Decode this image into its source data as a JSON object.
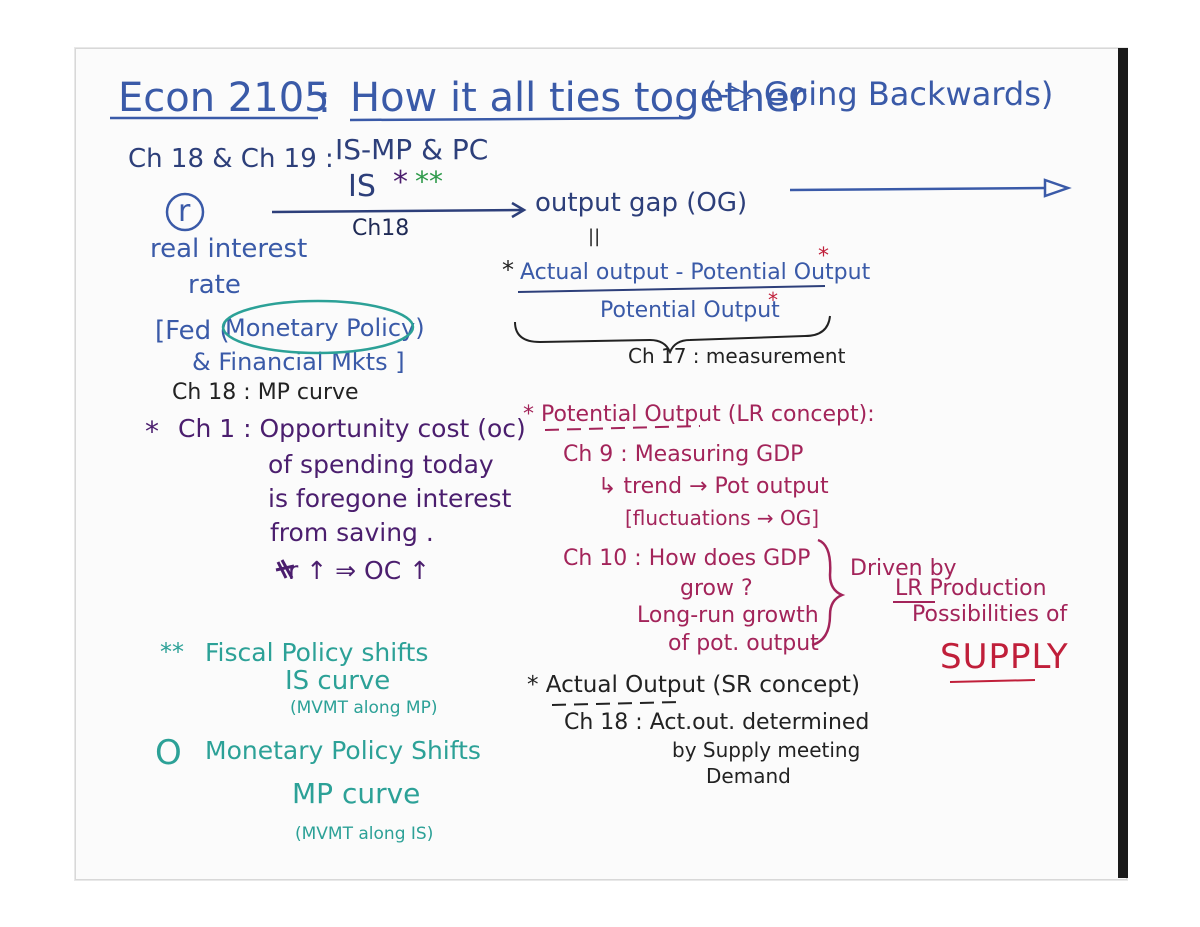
{
  "title": {
    "econ": "Econ 2105",
    "colon": ":",
    "main": "How it all ties together",
    "sub": "(-▷ Going Backwards)"
  },
  "ch_header": {
    "chapters": "Ch 18 & Ch 19 :",
    "models": "IS-MP & PC"
  },
  "is_label": "IS",
  "is_stars_purple": "*",
  "is_stars_green": "**",
  "ch18_under_arrow": "Ch18",
  "r_symbol": "r",
  "real_rate": {
    "line1": "real interest",
    "line2": "rate"
  },
  "fed": {
    "line1_open": "[Fed (",
    "line1_circled": "Monetary Policy)",
    "line2": "& Financial Mkts ]"
  },
  "ch18_mp": "Ch 18 : MP curve",
  "output_gap": "output gap (OG)",
  "equals": "||",
  "formula": {
    "star_left": "*",
    "numerator": "Actual output - Potential Output",
    "star_num": "*",
    "denominator": "Potential Output",
    "star_den": "*"
  },
  "ch17": "Ch 17 : measurement",
  "oc": {
    "star": "*",
    "line1": "Ch 1 : Opportunity cost (oc)",
    "line2": "of spending today",
    "line3": "is foregone interest",
    "line4": "from saving .",
    "line5": "r ↑ ⇒ OC ↑"
  },
  "potential": {
    "heading": "* Potential Output (LR concept):",
    "ch9": "Ch 9 : Measuring GDP",
    "trend": "↳ trend → Pot output",
    "fluct": "[fluctuations → OG]",
    "ch10a": "Ch 10 : How does GDP",
    "ch10b": "grow ?",
    "ch10c": "Long-run growth",
    "ch10d": "of pot. output"
  },
  "driven": {
    "line1": "Driven by",
    "line2": "LR Production",
    "line3": "Possibilities of",
    "line4": "SUPPLY"
  },
  "fiscal": {
    "star": "**",
    "line1": "Fiscal Policy shifts",
    "line2": "IS curve",
    "line3": "(MVMT along MP)"
  },
  "monetary": {
    "circle": "O",
    "line1": "Monetary Policy Shifts",
    "line2": "MP curve",
    "line3": "(MVMT along IS)"
  },
  "actual": {
    "heading": "* Actual Output (SR concept)",
    "line1": "Ch 18 : Act.out. determined",
    "line2": "by Supply meeting",
    "line3": "Demand"
  },
  "colors": {
    "blue": "#3a5aa8",
    "purple": "#4b1e6e",
    "magenta": "#a3245a",
    "teal": "#2ca197",
    "green": "#2e9a4a",
    "red": "#c01f3a"
  }
}
